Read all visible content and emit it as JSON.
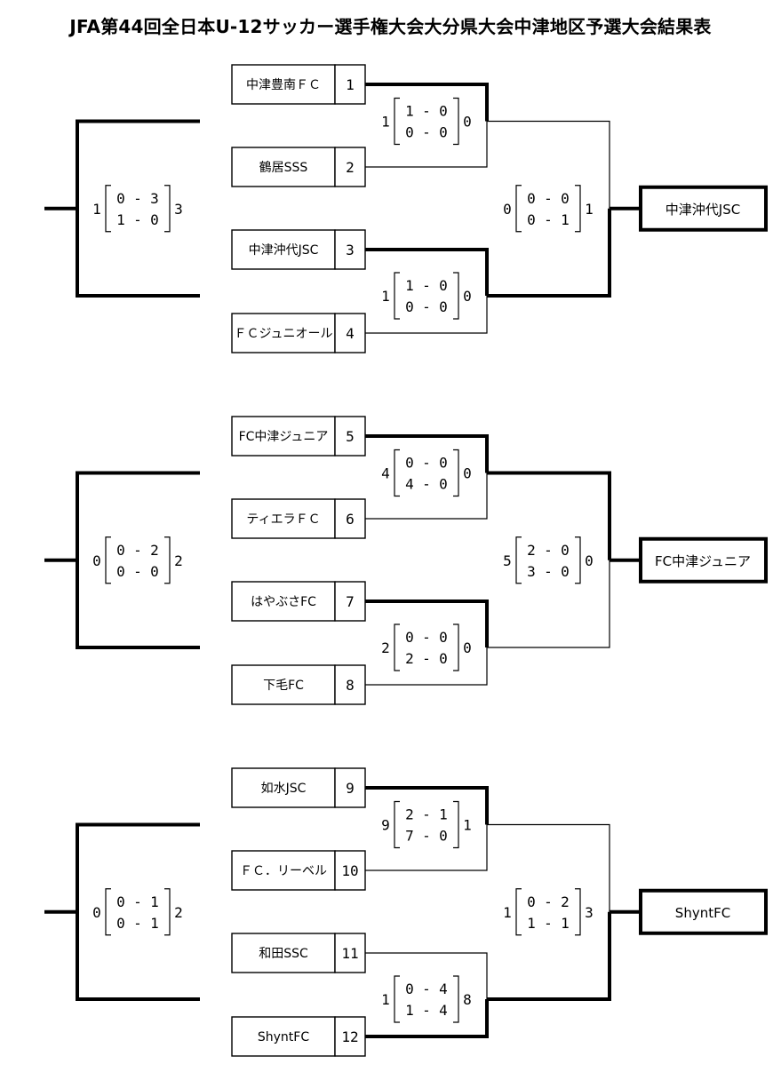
{
  "title": "JFA第44回全日本U-12サッカー選手権大会大分県大会中津地区予選大会結果表",
  "blocks": [
    {
      "teams": [
        {
          "name": "中津豊南ＦＣ",
          "seed": "1"
        },
        {
          "name": "鶴居SSS",
          "seed": "2"
        },
        {
          "name": "中津沖代JSC",
          "seed": "3"
        },
        {
          "name": "ＦＣジュニオール",
          "seed": "4"
        }
      ],
      "semi1": {
        "left": "1",
        "h1": "1",
        "h1b": "0",
        "h2": "0",
        "h2b": "0",
        "right": "0"
      },
      "semi2": {
        "left": "1",
        "h1": "1",
        "h1b": "0",
        "h2": "0",
        "h2b": "0",
        "right": "0"
      },
      "final": {
        "left": "0",
        "h1": "0",
        "h1b": "0",
        "h2": "0",
        "h2b": "1",
        "right": "1"
      },
      "third": {
        "left": "1",
        "h1": "0",
        "h1b": "3",
        "h2": "1",
        "h2b": "0",
        "right": "3"
      },
      "winner": "中津沖代JSC",
      "win1": "top",
      "win2": "top",
      "winf": "bottom"
    },
    {
      "teams": [
        {
          "name": "FC中津ジュニア",
          "seed": "5"
        },
        {
          "name": "ティエラＦＣ",
          "seed": "6"
        },
        {
          "name": "はやぶさFC",
          "seed": "7"
        },
        {
          "name": "下毛FC",
          "seed": "8"
        }
      ],
      "semi1": {
        "left": "4",
        "h1": "0",
        "h1b": "0",
        "h2": "4",
        "h2b": "0",
        "right": "0"
      },
      "semi2": {
        "left": "2",
        "h1": "0",
        "h1b": "0",
        "h2": "2",
        "h2b": "0",
        "right": "0"
      },
      "final": {
        "left": "5",
        "h1": "2",
        "h1b": "0",
        "h2": "3",
        "h2b": "0",
        "right": "0"
      },
      "third": {
        "left": "0",
        "h1": "0",
        "h1b": "2",
        "h2": "0",
        "h2b": "0",
        "right": "2"
      },
      "winner": "FC中津ジュニア",
      "win1": "top",
      "win2": "top",
      "winf": "top"
    },
    {
      "teams": [
        {
          "name": "如水JSC",
          "seed": "9"
        },
        {
          "name": "ＦＣ．リーベル",
          "seed": "10"
        },
        {
          "name": "和田SSC",
          "seed": "11"
        },
        {
          "name": "ShyntFC",
          "seed": "12"
        }
      ],
      "semi1": {
        "left": "9",
        "h1": "2",
        "h1b": "1",
        "h2": "7",
        "h2b": "0",
        "right": "1"
      },
      "semi2": {
        "left": "1",
        "h1": "0",
        "h1b": "4",
        "h2": "1",
        "h2b": "4",
        "right": "8"
      },
      "final": {
        "left": "1",
        "h1": "0",
        "h1b": "2",
        "h2": "1",
        "h2b": "1",
        "right": "3"
      },
      "third": {
        "left": "0",
        "h1": "0",
        "h1b": "1",
        "h2": "0",
        "h2b": "1",
        "right": "2"
      },
      "winner": "ShyntFC",
      "win1": "top",
      "win2": "bottom",
      "winf": "bottom"
    }
  ]
}
